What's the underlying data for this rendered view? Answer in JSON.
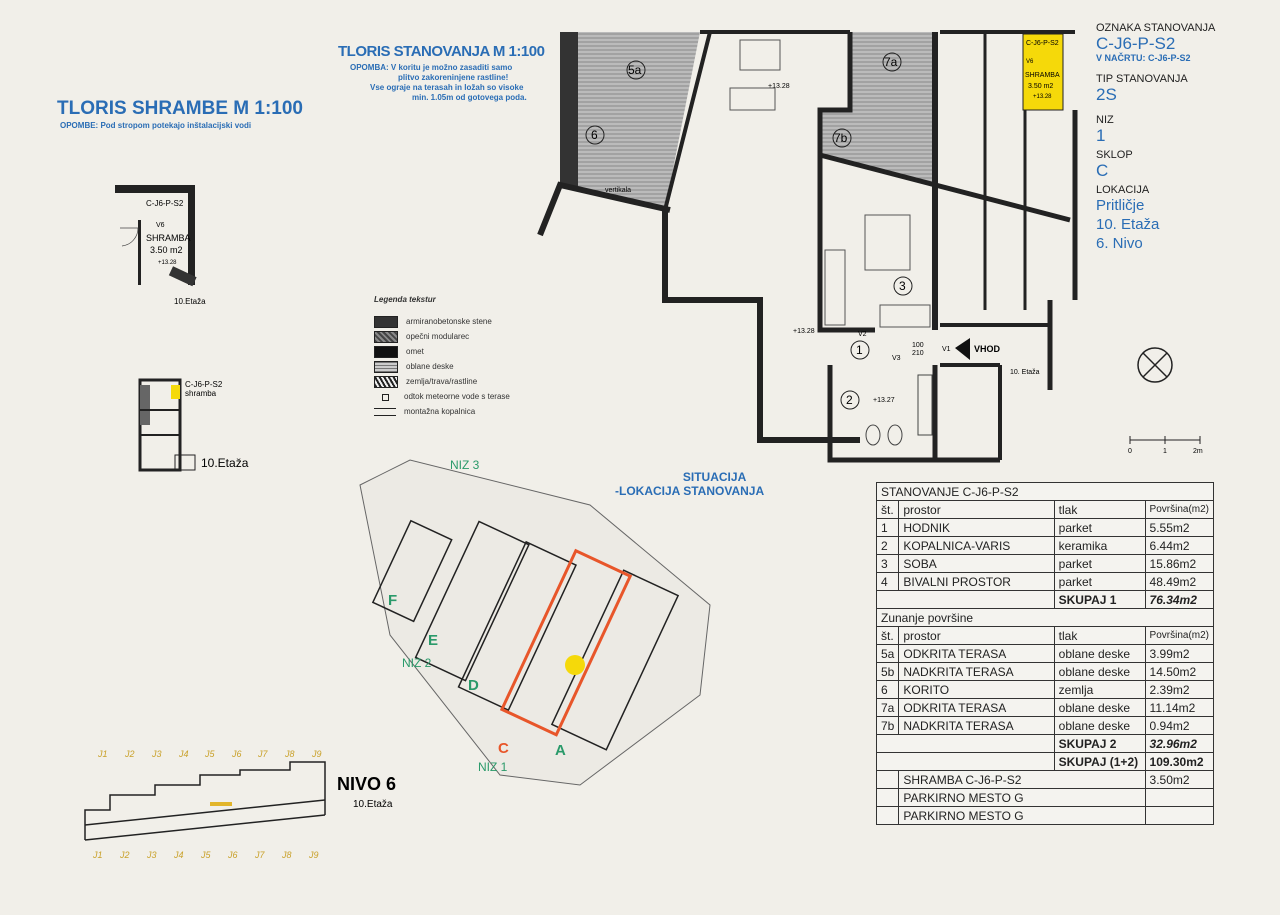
{
  "storage_plan": {
    "title": "TLORIS SHRAMBE M 1:100",
    "note": "OPOMBE: Pod stropom potekajo inštalacijski vodi",
    "unit_code": "C-J6-P-S2",
    "door_code": "V6",
    "room_name": "SHRAMBA",
    "room_area": "3.50 m2",
    "level_mark": "+13.28",
    "floor_label": "10.Etaža"
  },
  "key_plan": {
    "unit_code": "C-J6-P-S2",
    "room_name": "shramba",
    "floor_label": "10.Etaža"
  },
  "apartment_plan": {
    "title": "TLORIS STANOVANJA M 1:100",
    "note_lines": [
      "OPOMBA: V koritu je možno zasaditi samo",
      "plitvo zakoreninjene rastline!",
      "Vse ograje na terasah in ložah so visoke",
      "min. 1.05m od gotovega poda."
    ],
    "rooms": [
      "1",
      "2",
      "3",
      "5a",
      "6",
      "7a",
      "7b"
    ],
    "entrance_label": "VHOD",
    "doors": [
      "V1",
      "V2",
      "V3"
    ],
    "door_size": [
      "100",
      "210"
    ],
    "level_marks": [
      "+13.28",
      "+13.27"
    ],
    "terrace_label": "vertikala",
    "floor_label": "10. Etaža",
    "storage_tag": {
      "code": "C-J6-P-S2",
      "door": "V6",
      "name": "SHRAMBA",
      "area": "3.50 m2",
      "level": "+13.28"
    }
  },
  "scale_bar": {
    "ticks": [
      "0",
      "1",
      "2m"
    ]
  },
  "north_icon": "north-arrow-circle-icon",
  "legend": {
    "title": "Legenda tekstur",
    "items": [
      "armiranobetonske stene",
      "opečni modularec",
      "omet",
      "oblane deske",
      "zemlja/trava/rastline",
      "odtok meteorne vode s terase",
      "montažna kopalnica"
    ]
  },
  "site_plan": {
    "title_line1": "SITUACIJA",
    "title_line2": "-LOKACIJA STANOVANJA",
    "rows": [
      "NIZ 3",
      "NIZ 2",
      "NIZ 1"
    ],
    "blocks": [
      "A",
      "C",
      "D",
      "E",
      "F"
    ],
    "highlight_color": "#e8562a",
    "marker_color": "#f5d90a"
  },
  "section": {
    "title": "NIVO 6",
    "floor_label": "10.Etaža",
    "axes": [
      "J1",
      "J2",
      "J3",
      "J4",
      "J5",
      "J6",
      "J7",
      "J8",
      "J9"
    ]
  },
  "info": {
    "designation_label": "OZNAKA STANOVANJA",
    "designation": "C-J6-P-S2",
    "in_plan": "V NAČRTU: C-J6-P-S2",
    "type_label": "TIP STANOVANJA",
    "type": "2S",
    "row_label": "NIZ",
    "row": "1",
    "block_label": "SKLOP",
    "block": "C",
    "location_label": "LOKACIJA",
    "location": [
      "Pritličje",
      "10. Etaža",
      "6. Nivo"
    ]
  },
  "area_table": {
    "title": "STANOVANJE C-J6-P-S2",
    "headers": [
      "št.",
      "prostor",
      "tlak",
      "Površina(m2)"
    ],
    "rooms": [
      [
        "1",
        "HODNIK",
        "parket",
        "5.55m2"
      ],
      [
        "2",
        "KOPALNICA-VARIS",
        "keramika",
        "6.44m2"
      ],
      [
        "3",
        "SOBA",
        "parket",
        "15.86m2"
      ],
      [
        "4",
        "BIVALNI PROSTOR",
        "parket",
        "48.49m2"
      ]
    ],
    "subtotal1_label": "SKUPAJ 1",
    "subtotal1": "76.34m2",
    "outdoor_title": "Zunanje površine",
    "outdoor": [
      [
        "5a",
        "ODKRITA TERASA",
        "oblane deske",
        "3.99m2"
      ],
      [
        "5b",
        "NADKRITA TERASA",
        "oblane deske",
        "14.50m2"
      ],
      [
        "6",
        "KORITO",
        "zemlja",
        "2.39m2"
      ],
      [
        "7a",
        "ODKRITA TERASA",
        "oblane deske",
        "11.14m2"
      ],
      [
        "7b",
        "NADKRITA TERASA",
        "oblane deske",
        "0.94m2"
      ]
    ],
    "subtotal2_label": "SKUPAJ 2",
    "subtotal2": "32.96m2",
    "total_label": "SKUPAJ (1+2)",
    "total": "109.30m2",
    "storage_label": "SHRAMBA   C-J6-P-S2",
    "storage_area": "3.50m2",
    "parking": [
      "PARKIRNO MESTO G",
      "PARKIRNO MESTO G"
    ]
  }
}
